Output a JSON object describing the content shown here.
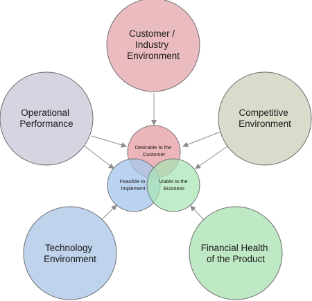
{
  "outer_circles": [
    {
      "id": "customer",
      "lines": [
        "Customer /",
        "Industry",
        "Environment"
      ],
      "color": "#eabcc0"
    },
    {
      "id": "operational",
      "lines": [
        "Operational",
        "Performance"
      ],
      "color": "#d6d4e0"
    },
    {
      "id": "competitive",
      "lines": [
        "Competitive",
        "Environment"
      ],
      "color": "#d8dccb"
    },
    {
      "id": "technology",
      "lines": [
        "Technology",
        "Environment"
      ],
      "color": "#bfd3ec"
    },
    {
      "id": "financial",
      "lines": [
        "Financial Health",
        "of the Product"
      ],
      "color": "#bfe8c4"
    }
  ],
  "inner_circles": [
    {
      "id": "desirable",
      "lines": [
        "Desirable to the",
        "Customer"
      ],
      "color": "#e8a8ae"
    },
    {
      "id": "feasible",
      "lines": [
        "Feasible to",
        "Implement"
      ],
      "color": "#a6c6ec"
    },
    {
      "id": "viable",
      "lines": [
        "Viable to the",
        "Business"
      ],
      "color": "#a8e4b4"
    }
  ]
}
